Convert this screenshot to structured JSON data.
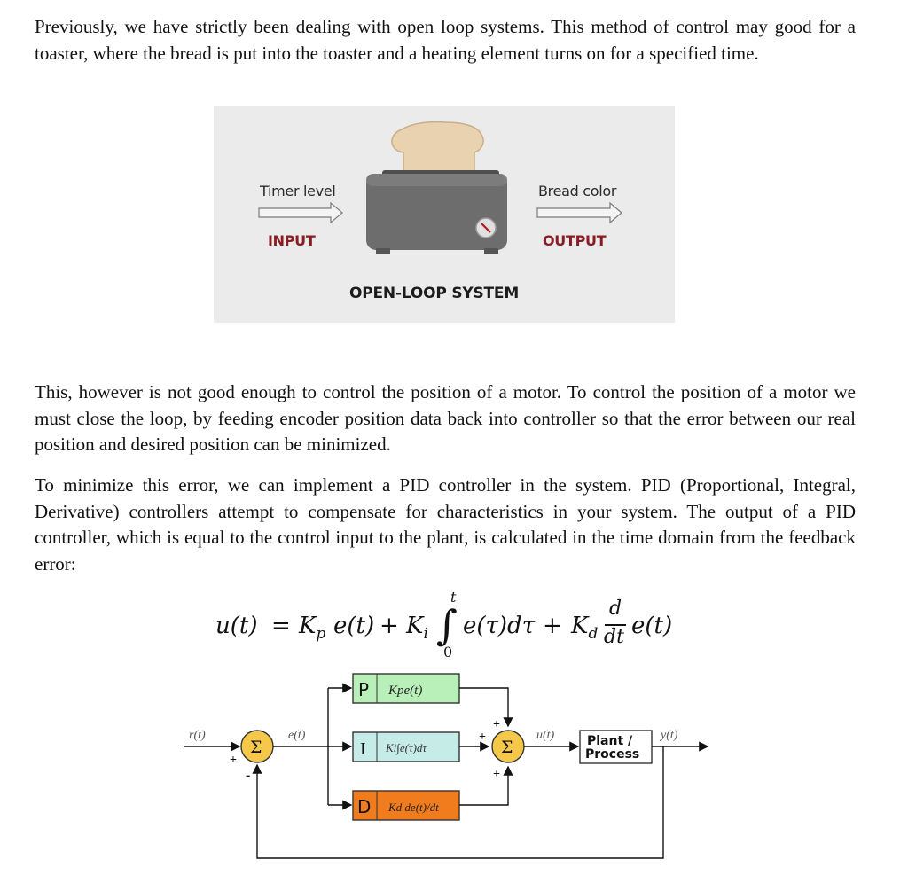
{
  "paragraphs": {
    "p1": "Previously, we have strictly been dealing with open loop systems. This method of control may good for a toaster, where the bread is put into the toaster and a heating element turns on for a specified time.",
    "p2": "This, however is not good enough to control the position of a motor. To control the position of a motor we must close the loop, by feeding encoder position data back into controller so that the error between our real position and desired position can be minimized.",
    "p3": "To minimize this error, we can implement a PID controller in the system. PID (Proportional, Integral, Derivative) controllers attempt to compensate for characteristics in your system. The output of a PID controller, which is equal to the control input to the plant, is calculated in the time domain from the feedback error:"
  },
  "toaster_figure": {
    "input_caption": "Timer level",
    "input_label": "INPUT",
    "output_caption": "Bread color",
    "output_label": "OUTPUT",
    "system_title": "OPEN-LOOP SYSTEM",
    "colors": {
      "background": "#ebebeb",
      "toaster_body": "#6e6e6e",
      "bread": "#e8d2b0",
      "label_red": "#8a1c24"
    },
    "icons": [
      "toaster-icon",
      "dial-icon",
      "arrow-right-icon"
    ]
  },
  "equation": {
    "lhs": "u(t)",
    "equals": "=",
    "term_p": "K",
    "term_p_sub": "p",
    "term_p_arg": "e(t)",
    "plus": "+",
    "term_i": "K",
    "term_i_sub": "i",
    "integral_upper": "t",
    "integral_lower": "0",
    "integrand": "e(τ)dτ",
    "term_d": "K",
    "term_d_sub": "d",
    "deriv_num": "d",
    "deriv_den": "dt",
    "term_d_arg": "e(t)"
  },
  "block_diagram": {
    "input_signal": "r(t)",
    "error_signal": "e(t)",
    "control_signal": "u(t)",
    "output_signal": "y(t)",
    "sum_symbol": "Σ",
    "plus_sign": "+",
    "minus_sign": "-",
    "p_block": {
      "letter": "P",
      "expr": "Kpe(t)",
      "color": "#b9f0b9"
    },
    "i_block": {
      "letter": "I",
      "expr": "Ki∫e(τ)dτ",
      "color": "#c6ece8"
    },
    "d_block": {
      "letter": "D",
      "expr": "Kd de(t)/dt",
      "color": "#f07c1e"
    },
    "plant_line1": "Plant /",
    "plant_line2": "Process",
    "sum_color": "#f5c84a"
  }
}
